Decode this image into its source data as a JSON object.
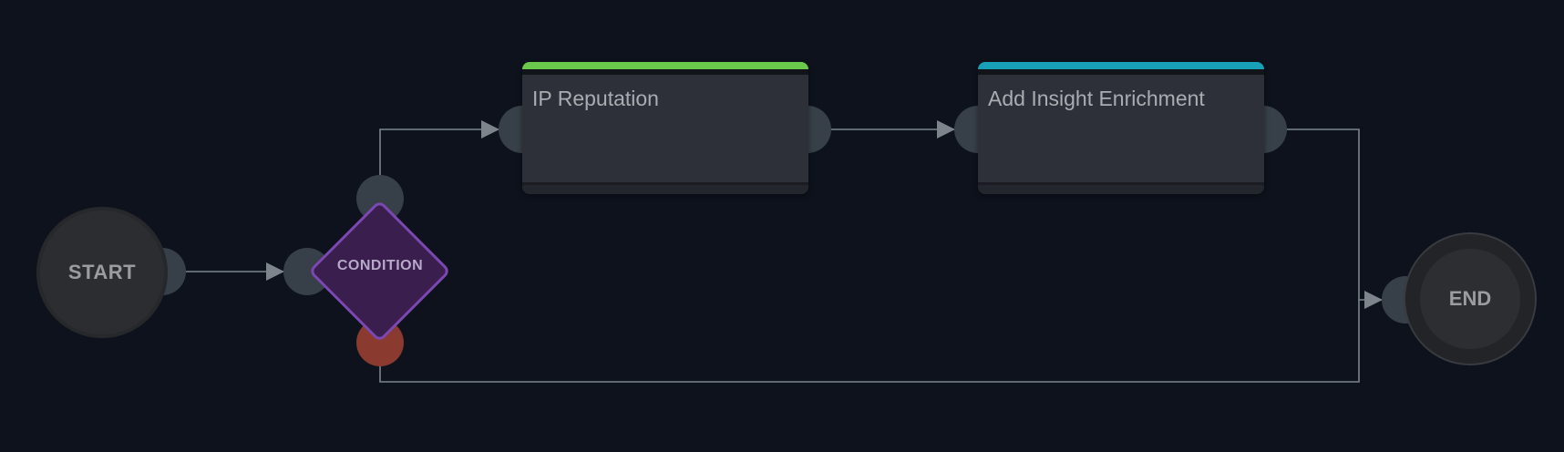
{
  "diagram": {
    "start_label": "START",
    "end_label": "END",
    "condition_label": "CONDITION",
    "actions": [
      {
        "title": "IP Reputation",
        "accent_color": "#6ac94a"
      },
      {
        "title": "Add Insight Enrichment",
        "accent_color": "#17a0b8"
      }
    ],
    "colors": {
      "background": "#0d121c",
      "edge": "#7d848c",
      "port": "#373f48",
      "fail_port": "#8a3a2f",
      "condition_fill": "#3a1e4e",
      "condition_border": "#7a48b0"
    }
  }
}
